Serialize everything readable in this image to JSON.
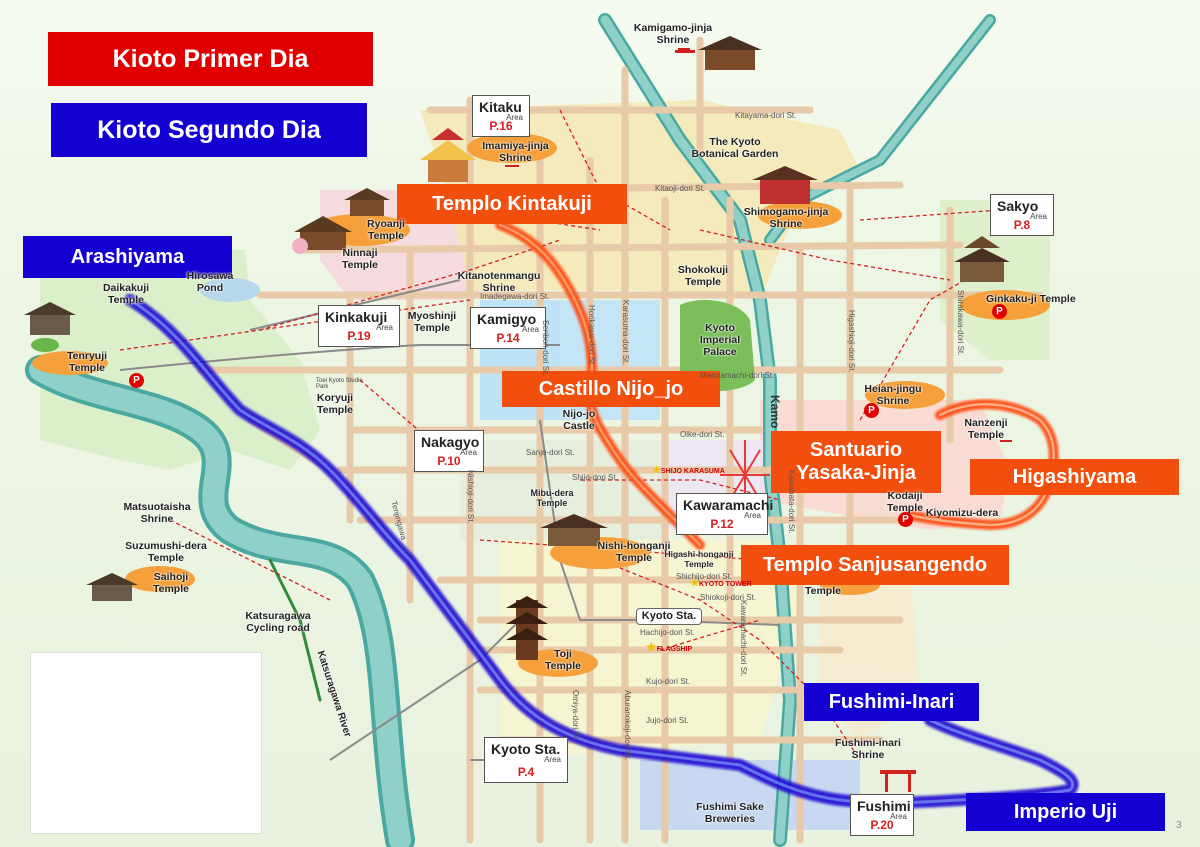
{
  "legend": {
    "day1": "Kioto Primer Dia",
    "day2": "Kioto Segundo Dia"
  },
  "route_labels": {
    "arashiyama": "Arashiyama",
    "kinkakuji": "Templo Kintakuji",
    "nijo": "Castillo Nijo_jo",
    "yasaka": "Santuario Yasaka-Jinja",
    "higashiyama": "Higashiyama",
    "sanjusangendo": "Templo Sanjusangendo",
    "fushimi_inari": "Fushimi-Inari",
    "uji": "Imperio Uji"
  },
  "areas": [
    {
      "key": "kitaku",
      "name": "Kitaku",
      "sub": "Area",
      "page": "P.16"
    },
    {
      "key": "sakyo",
      "name": "Sakyo",
      "sub": "Area",
      "page": "P.8"
    },
    {
      "key": "kinkakuji",
      "name": "Kinkakuji",
      "sub": "Area",
      "page": "P.19"
    },
    {
      "key": "kamigyo",
      "name": "Kamigyo",
      "sub": "Area",
      "page": "P.14"
    },
    {
      "key": "nakagyo",
      "name": "Nakagyo",
      "sub": "Area",
      "page": "P.10"
    },
    {
      "key": "kawaramachi",
      "name": "Kawaramachi",
      "sub": "Area",
      "page": "P.12"
    },
    {
      "key": "kyotosta",
      "name": "Kyoto Sta.",
      "sub": "Area",
      "page": "P.4"
    },
    {
      "key": "fushimi",
      "name": "Fushimi",
      "sub": "Area",
      "page": "P.20"
    }
  ],
  "places": {
    "kamigamo": "Kamigamo-jinja Shrine",
    "imamiya": "Imamiya-jinja Shrine",
    "botanical": "The Kyoto Botanical Garden",
    "shimogamo": "Shimogamo-jinja Shrine",
    "ryoanji": "Ryoanji Temple",
    "ninnaji": "Ninnaji Temple",
    "daikakuji": "Daikakuji Temple",
    "hirosawa": "Hirosawa Pond",
    "kitanotenmangu": "Kitanotenmangu Shrine",
    "shokokuji": "Shokokuji Temple",
    "ginkakuji": "Ginkaku-ji Temple",
    "tenryuji": "Tenryuji Temple",
    "myoshinji": "Myoshinji Temple",
    "koryuji": "Koryuji Temple",
    "toei": "Toei Kyoto Studio Park",
    "imperial": "Kyoto Imperial Palace",
    "heian": "Heian-jingu Shrine",
    "nanzenji": "Nanzenji Temple",
    "nijo_castle": "Nijo-jo Castle",
    "kodaiji": "Kodaiji Temple",
    "kiyomizu": "Kiyomizu-dera",
    "matsuotaisha": "Matsuotaisha Shrine",
    "suzumushi": "Suzumushi-dera Temple",
    "saihoji": "Saihoji Temple",
    "mibudera": "Mibu-dera Temple",
    "nishihonganji": "Nishi-honganji Temple",
    "higashihonganji": "Higashi-honganji Temple",
    "katsuragawa_cycling": "Katsuragawa Cycling road",
    "katsuragawa_river": "Katsuragawa River",
    "kyoto_sta": "Kyoto Sta.",
    "toji": "Toji Temple",
    "fushimi_inari_shrine": "Fushimi-inari Shrine",
    "fushimi_sake": "Fushimi Sake Breweries",
    "sanjusangendo_small": "Temple"
  },
  "roads": {
    "kitayama": "Kitayama-dori St.",
    "kitaoji": "Kitaoji-dori St.",
    "imadegawa": "Imadegawa-dori St.",
    "marutamachi": "Marutamachi-dori St.",
    "oike": "Oike-dori St.",
    "sanjo": "Sanjo-dori St.",
    "shijo": "Shijo-dori St.",
    "shichijo": "Shichijo-dori St.",
    "shiokoji": "Shiokoji-dori St.",
    "hachijo": "Hachijo-dori St.",
    "kujo": "Kujo-dori St.",
    "jujo": "Jujo-dori St.",
    "karasuma": "Karasuma-dori St.",
    "horikawa": "Horikawa-dori St.",
    "senbon": "Senbon-dori St.",
    "nishioji": "Nishioji-dori St.",
    "kawabata": "Kawabata-dori St.",
    "higashioji": "Higashioji-dori St.",
    "omiya": "Omiya-dori St.",
    "aburanokoji": "Aburanokoji-dori St.",
    "kawaramachi_st": "Kawaramachi-dori St.",
    "shirakawa": "Shirakawa-dori St.",
    "tenjin": "Tenjingawa",
    "kamo": "Kamo"
  },
  "stars": {
    "shijo_karasuma": "SHIJO KARASUMA",
    "kyoto_tower": "KYOTO TOWER",
    "flagship": "FLAGSHIP"
  },
  "page_number": "3",
  "colors": {
    "day1": "#e10000",
    "day2": "#1500d2",
    "orange_label": "#f24f0f",
    "river": "#4aa8a0",
    "park": "#7cbf5a",
    "area_page": "#d61f1f"
  }
}
